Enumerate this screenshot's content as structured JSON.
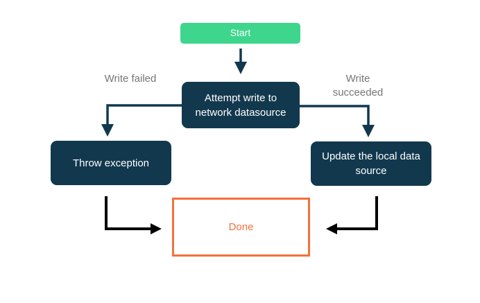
{
  "colors": {
    "green": "#3ED68C",
    "navy": "#12384E",
    "orange": "#F4703A",
    "gray": "#757575",
    "black": "#000000"
  },
  "flowchart": {
    "nodes": {
      "start": {
        "label": "Start"
      },
      "attempt": {
        "label": "Attempt write to network datasource"
      },
      "throw": {
        "label": "Throw exception"
      },
      "update": {
        "label": "Update the local data source"
      },
      "done": {
        "label": "Done"
      }
    },
    "edge_labels": {
      "failed": "Write failed",
      "succeeded": "Write succeeded"
    }
  }
}
